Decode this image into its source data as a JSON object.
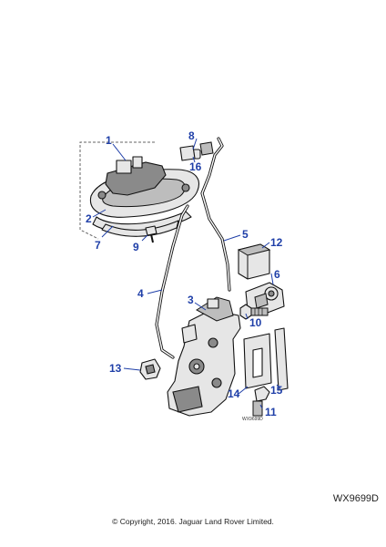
{
  "diagram": {
    "callouts": {
      "c1": "1",
      "c2": "2",
      "c3": "3",
      "c4": "4",
      "c5": "5",
      "c6": "6",
      "c7": "7",
      "c8": "8",
      "c9": "9",
      "c10": "10",
      "c11": "11",
      "c12": "12",
      "c13": "13",
      "c14": "14",
      "c15": "15",
      "c16": "16"
    },
    "inset_code": "WX9699D",
    "reference_code": "WX9699D"
  },
  "footer": {
    "copyright": "© Copyright, 2016. Jaguar Land Rover Limited."
  },
  "colors": {
    "callout": "#1f3fa8",
    "line": "#111111"
  }
}
